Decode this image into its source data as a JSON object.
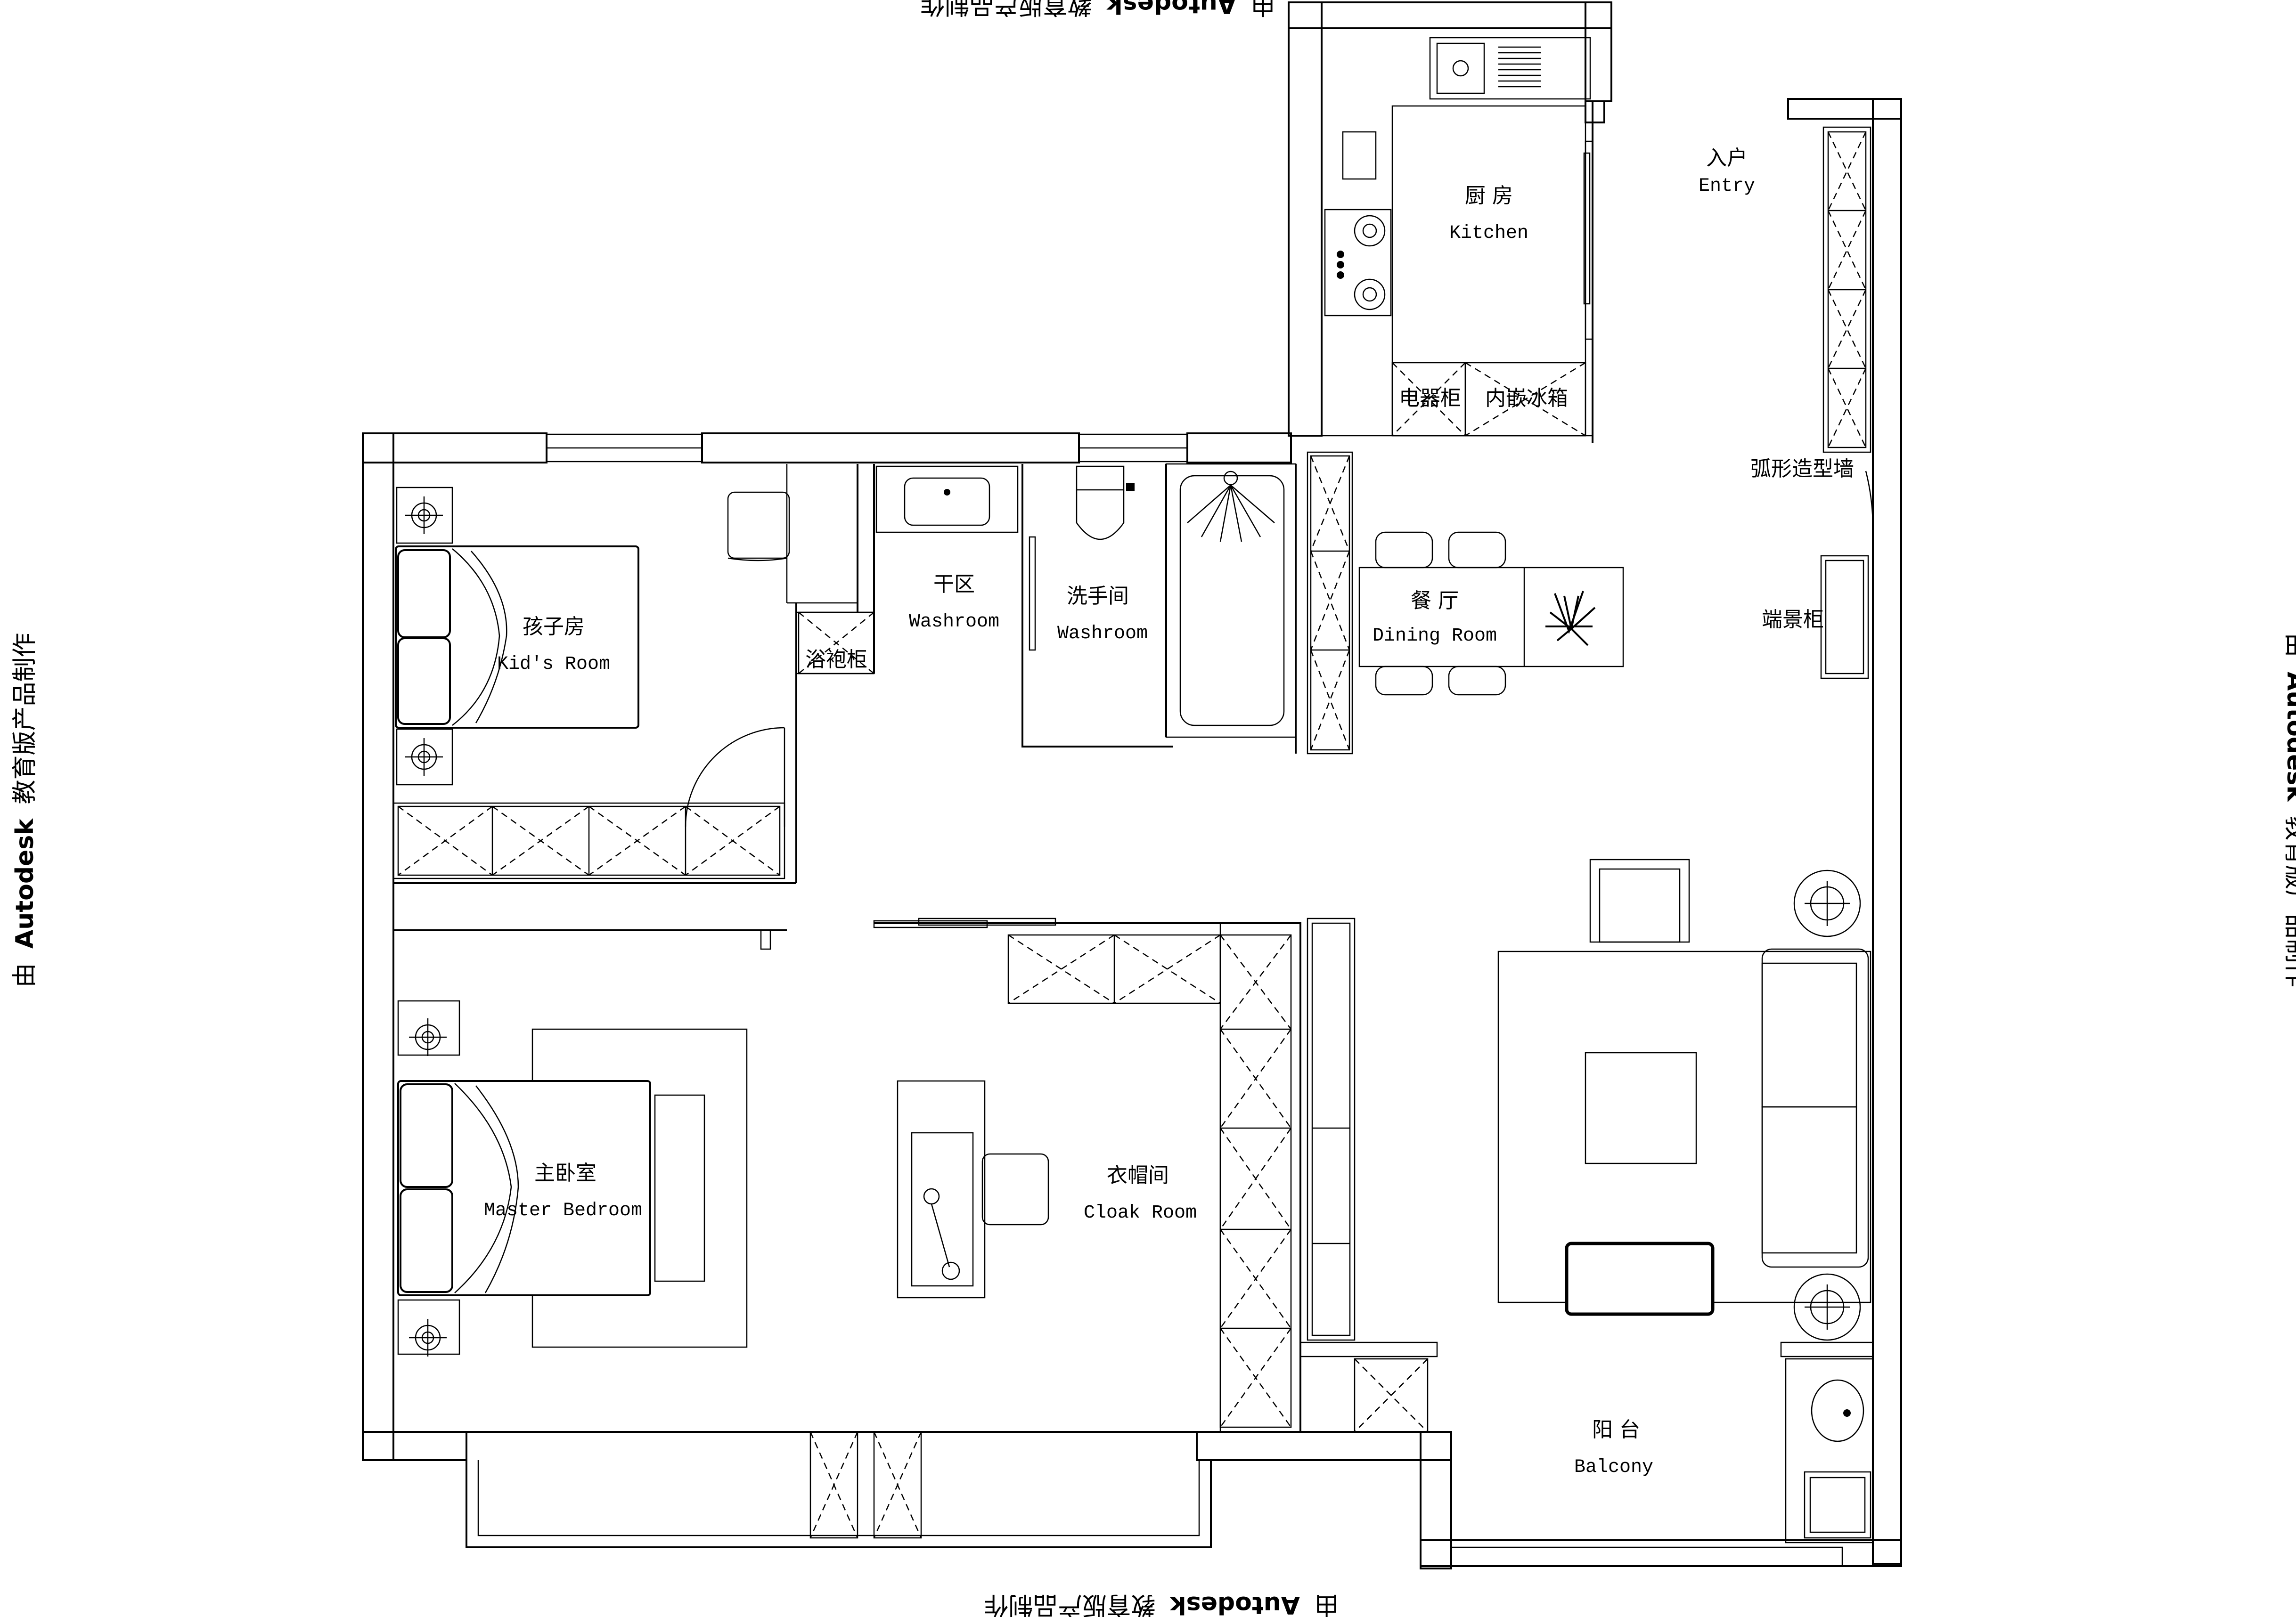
{
  "watermark": {
    "prefix": "由",
    "brand": "Autodesk",
    "suffix": "教育版产品制作"
  },
  "rooms": {
    "kitchen": {
      "zh": "厨  房",
      "en": "Kitchen"
    },
    "entry": {
      "zh": "入户",
      "en": "Entry"
    },
    "kids_room": {
      "zh": "孩子房",
      "en": "Kid's Room"
    },
    "dry_zone": {
      "zh": "干区",
      "en": "Washroom"
    },
    "washroom": {
      "zh": "洗手间",
      "en": "Washroom"
    },
    "dining": {
      "zh": "餐  厅",
      "en": "Dining Room"
    },
    "master": {
      "zh": "主卧室",
      "en": "Master Bedroom"
    },
    "cloak": {
      "zh": "衣帽间",
      "en": "Cloak Room"
    },
    "balcony": {
      "zh": "阳  台",
      "en": "Balcony"
    }
  },
  "fixtures": {
    "appliance_cabinet": "电器柜",
    "built_in_fridge": "内嵌冰箱",
    "arc_wall": "弧形造型墙",
    "bath_cabinet": "浴袍柜",
    "feature_cabinet": "端景柜"
  }
}
